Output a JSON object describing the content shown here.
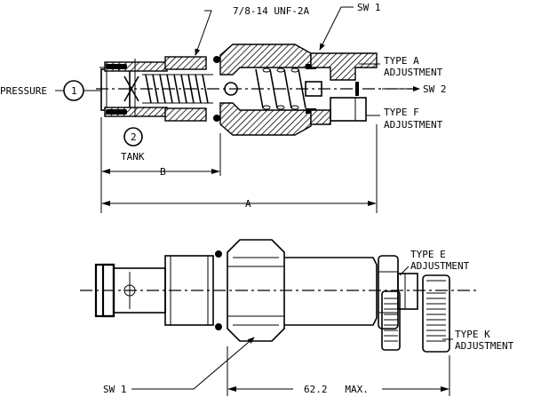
{
  "labels": {
    "thread_spec": "7/8-14 UNF-2A",
    "sw1_top": "SW 1",
    "type_a_line1": "TYPE A",
    "type_a_line2": "ADJUSTMENT",
    "sw2": "SW 2",
    "type_f_line1": "TYPE F",
    "type_f_line2": "ADJUSTMENT",
    "pressure": "PRESSURE",
    "port1": "1",
    "port2": "2",
    "tank": "TANK",
    "dim_b": "B",
    "dim_a": "A",
    "type_e_line1": "TYPE E",
    "type_e_line2": "ADJUSTMENT",
    "type_k_line1": "TYPE K",
    "type_k_line2": "ADJUSTMENT",
    "sw1_bottom": "SW 1",
    "dim_max": "62.2   MAX."
  }
}
